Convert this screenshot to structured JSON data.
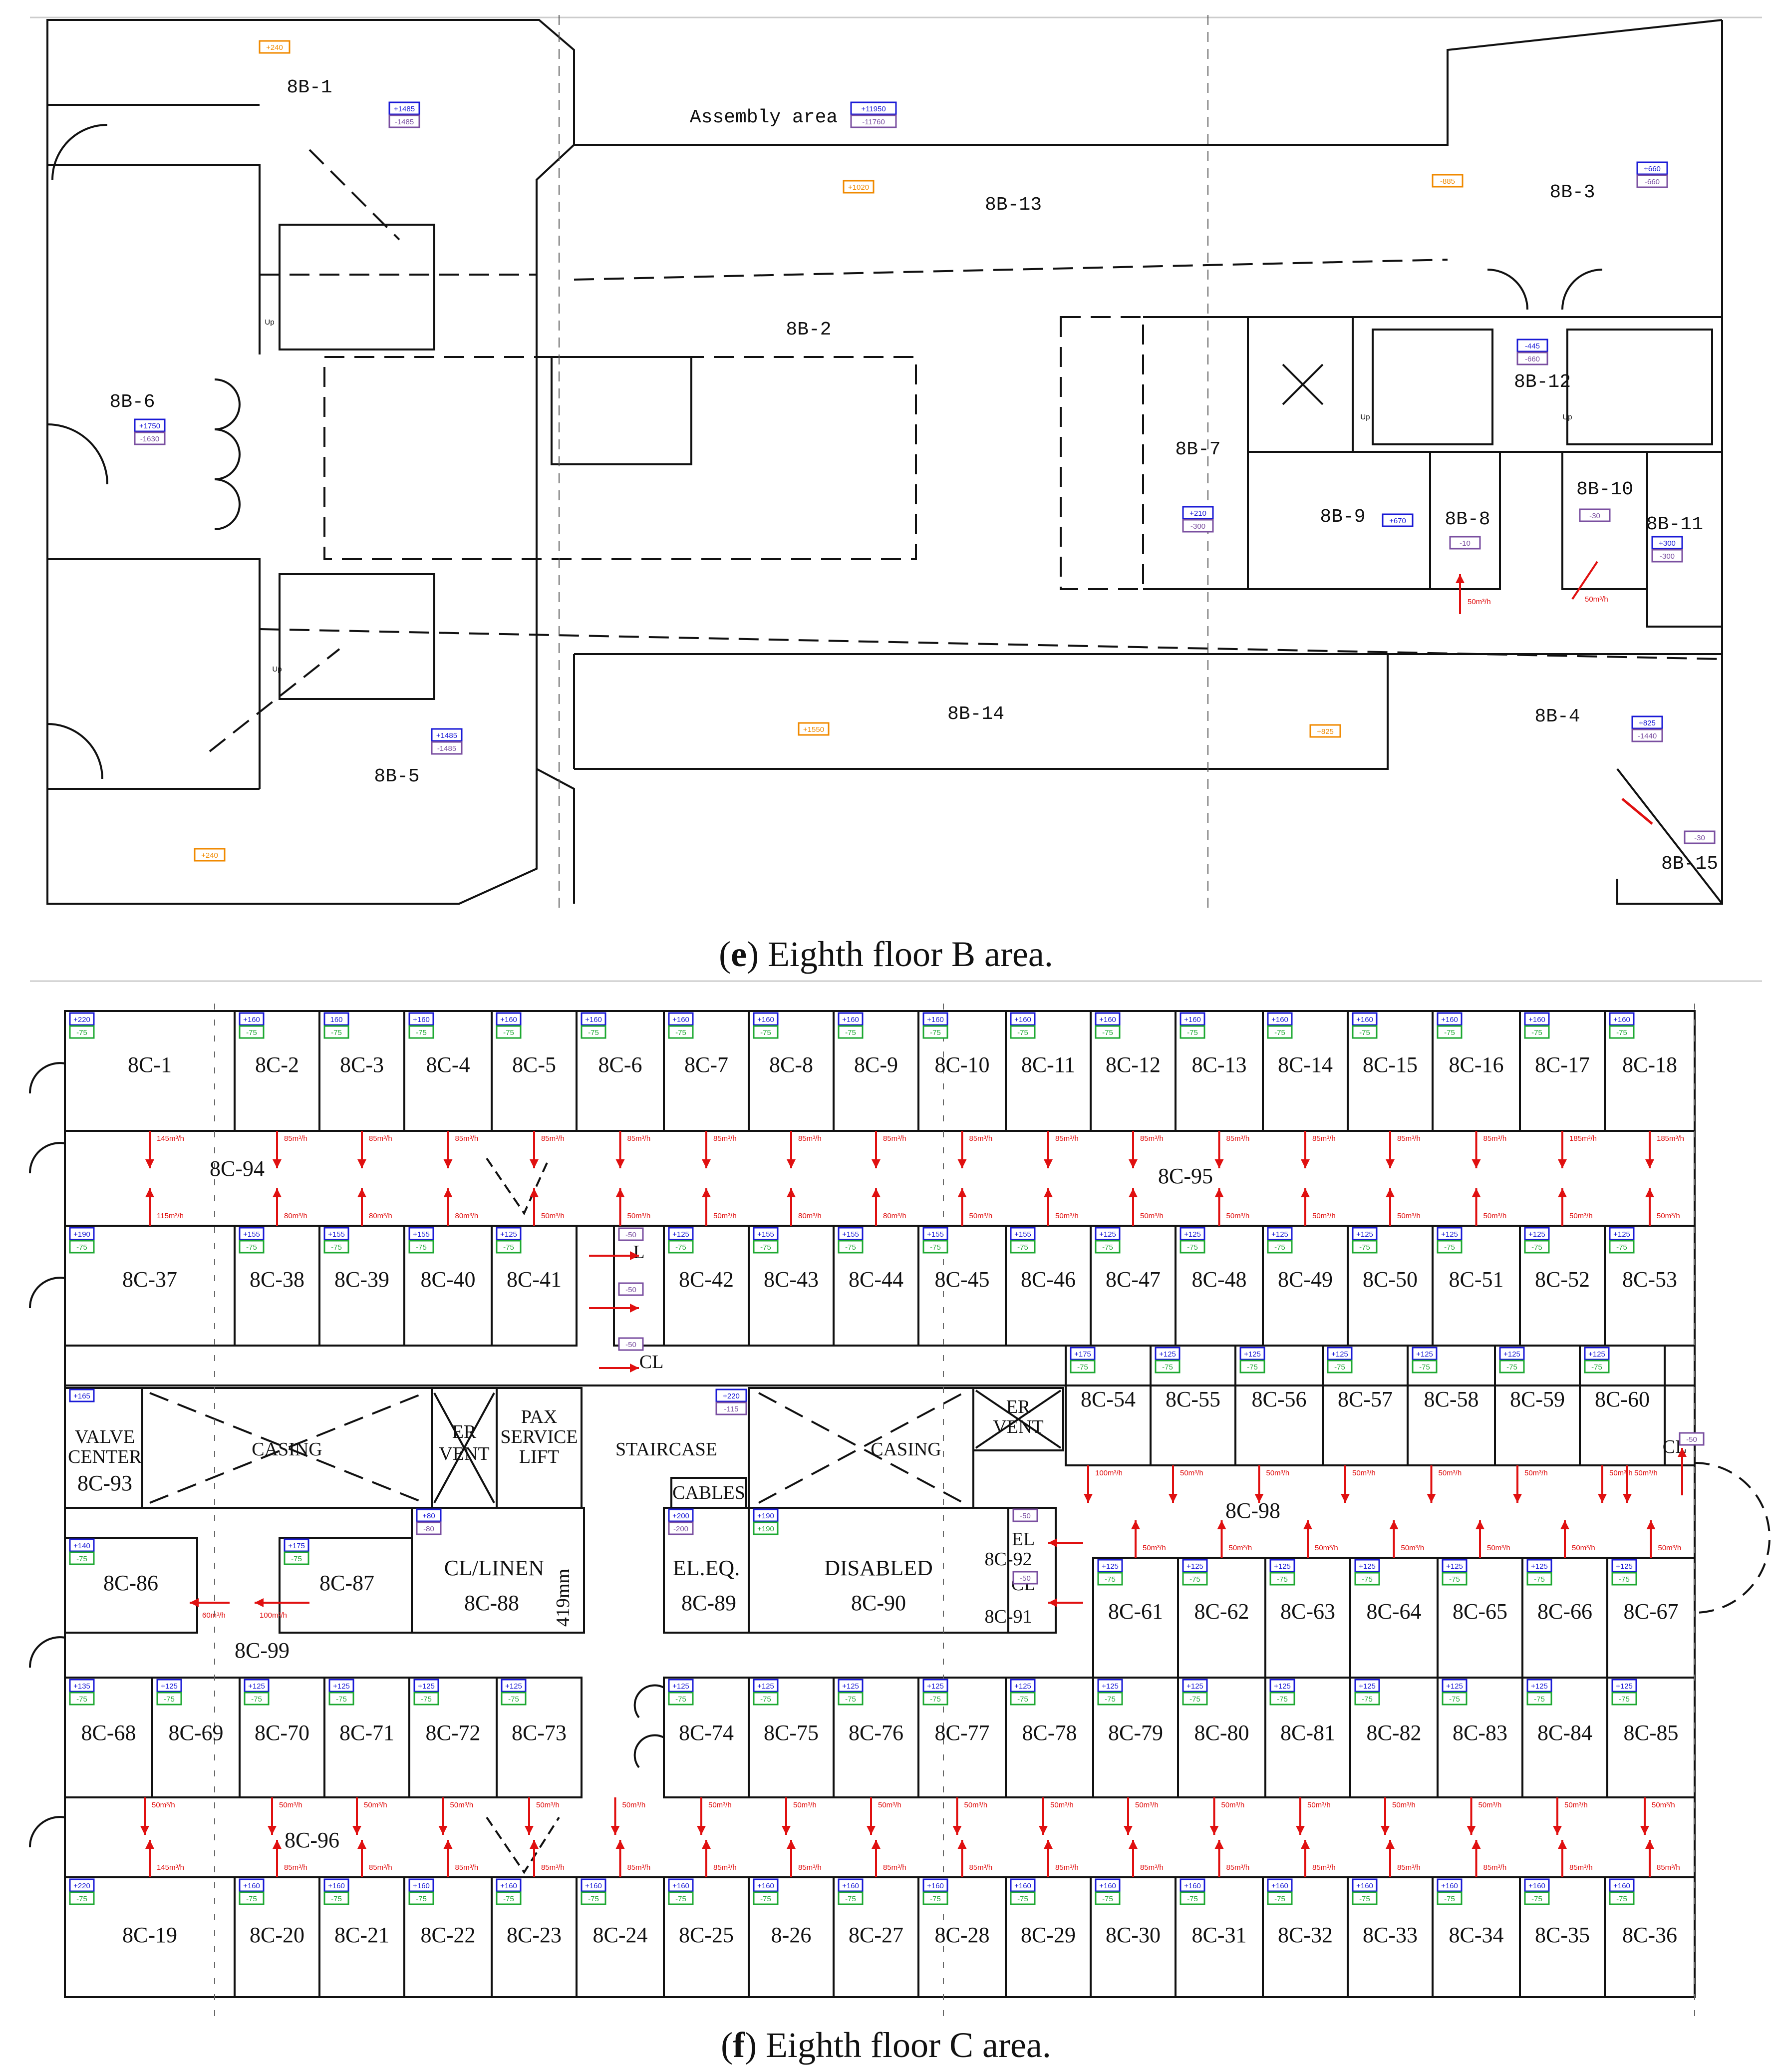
{
  "colors": {
    "supply": "#1a1ad6",
    "exhaust": "#7a4fa0",
    "transfer": "#f08a00",
    "green": "#1ea832",
    "arrow": "#e01010",
    "line": "#111111"
  },
  "floorB": {
    "caption_letter": "e",
    "caption_text": " Eighth floor B area.",
    "assembly_label": "Assembly area",
    "rooms": [
      {
        "id": "8B-1",
        "name": "8B-1",
        "supply": "+1485",
        "exhaust": "-1485"
      },
      {
        "id": "8B-2",
        "name": "8B-2"
      },
      {
        "id": "8B-3",
        "name": "8B-3",
        "supply": "+660",
        "exhaust": "-660"
      },
      {
        "id": "8B-4",
        "name": "8B-4",
        "supply": "+825",
        "exhaust": "-1440"
      },
      {
        "id": "8B-5",
        "name": "8B-5",
        "supply": "+1485",
        "exhaust": "-1485"
      },
      {
        "id": "8B-6",
        "name": "8B-6",
        "supply": "+1750",
        "exhaust": "-1630"
      },
      {
        "id": "8B-7",
        "name": "8B-7",
        "supply": "+210",
        "exhaust": "-300"
      },
      {
        "id": "8B-8",
        "name": "8B-8",
        "exhaust": "-10"
      },
      {
        "id": "8B-9",
        "name": "8B-9",
        "supply": "+670"
      },
      {
        "id": "8B-10",
        "name": "8B-10",
        "exhaust": "-30"
      },
      {
        "id": "8B-11",
        "name": "8B-11",
        "supply": "+300",
        "exhaust": "-300"
      },
      {
        "id": "8B-12",
        "name": "8B-12",
        "supply": "-445",
        "exhaust": "-660"
      },
      {
        "id": "8B-13",
        "name": "8B-13"
      },
      {
        "id": "8B-14",
        "name": "8B-14"
      },
      {
        "id": "8B-15",
        "name": "8B-15",
        "exhaust": "-30"
      }
    ],
    "assembly_supply": "+11950",
    "assembly_exhaust": "-11760",
    "transfer_tags": [
      "+240",
      "+1020",
      "-885",
      "+1550",
      "+825",
      "+240"
    ],
    "up_labels": [
      "Up",
      "Up",
      "Up",
      "Up"
    ],
    "flow_labels": [
      "50m³/h",
      "50m³/h"
    ]
  },
  "floorC": {
    "caption_letter": "f",
    "caption_text": " Eighth floor C area.",
    "corridors": [
      "8C-94",
      "8C-95",
      "8C-96",
      "8C-98",
      "8C-99"
    ],
    "top_row": [
      {
        "name": "8C-1",
        "s": "+220",
        "e": "-75"
      },
      {
        "name": "8C-2",
        "s": "+160",
        "e": "-75"
      },
      {
        "name": "8C-3",
        "s": "160",
        "e": "-75"
      },
      {
        "name": "8C-4",
        "s": "+160",
        "e": "-75"
      },
      {
        "name": "8C-5",
        "s": "+160",
        "e": "-75"
      },
      {
        "name": "8C-6",
        "s": "+160",
        "e": "-75"
      },
      {
        "name": "8C-7",
        "s": "+160",
        "e": "-75"
      },
      {
        "name": "8C-8",
        "s": "+160",
        "e": "-75"
      },
      {
        "name": "8C-9",
        "s": "+160",
        "e": "-75"
      },
      {
        "name": "8C-10",
        "s": "+160",
        "e": "-75"
      },
      {
        "name": "8C-11",
        "s": "+160",
        "e": "-75"
      },
      {
        "name": "8C-12",
        "s": "+160",
        "e": "-75"
      },
      {
        "name": "8C-13",
        "s": "+160",
        "e": "-75"
      },
      {
        "name": "8C-14",
        "s": "+160",
        "e": "-75"
      },
      {
        "name": "8C-15",
        "s": "+160",
        "e": "-75"
      },
      {
        "name": "8C-16",
        "s": "+160",
        "e": "-75"
      },
      {
        "name": "8C-17",
        "s": "+160",
        "e": "-75"
      },
      {
        "name": "8C-18",
        "s": "+160",
        "e": "-75"
      }
    ],
    "row2_left": [
      {
        "name": "8C-37",
        "s": "+190",
        "e": "-75"
      },
      {
        "name": "8C-38",
        "s": "+155",
        "e": "-75"
      },
      {
        "name": "8C-39",
        "s": "+155",
        "e": "-75"
      },
      {
        "name": "8C-40",
        "s": "+155",
        "e": "-75"
      },
      {
        "name": "8C-41",
        "s": "+125",
        "e": "-75"
      }
    ],
    "row2_right": [
      {
        "name": "8C-42",
        "s": "+125",
        "e": "-75"
      },
      {
        "name": "8C-43",
        "s": "+155",
        "e": "-75"
      },
      {
        "name": "8C-44",
        "s": "+155",
        "e": "-75"
      },
      {
        "name": "8C-45",
        "s": "+155",
        "e": "-75"
      },
      {
        "name": "8C-46",
        "s": "+155",
        "e": "-75"
      },
      {
        "name": "8C-47",
        "s": "+125",
        "e": "-75"
      },
      {
        "name": "8C-48",
        "s": "+125",
        "e": "-75"
      },
      {
        "name": "8C-49",
        "s": "+125",
        "e": "-75"
      },
      {
        "name": "8C-50",
        "s": "+125",
        "e": "-75"
      },
      {
        "name": "8C-51",
        "s": "+125",
        "e": "-75"
      },
      {
        "name": "8C-52",
        "s": "+125",
        "e": "-75"
      },
      {
        "name": "8C-53",
        "s": "+125",
        "e": "-75"
      }
    ],
    "row3": [
      {
        "name": "8C-54",
        "s": "+175",
        "e": "-75"
      },
      {
        "name": "8C-55",
        "s": "+125",
        "e": "-75"
      },
      {
        "name": "8C-56",
        "s": "+125",
        "e": "-75"
      },
      {
        "name": "8C-57",
        "s": "+125",
        "e": "-75"
      },
      {
        "name": "8C-58",
        "s": "+125",
        "e": "-75"
      },
      {
        "name": "8C-59",
        "s": "+125",
        "e": "-75"
      },
      {
        "name": "8C-60",
        "s": "+125",
        "e": "-75"
      }
    ],
    "row4": [
      {
        "name": "8C-61",
        "s": "+125",
        "e": "-75"
      },
      {
        "name": "8C-62",
        "s": "+125",
        "e": "-75"
      },
      {
        "name": "8C-63",
        "s": "+125",
        "e": "-75"
      },
      {
        "name": "8C-64",
        "s": "+125",
        "e": "-75"
      },
      {
        "name": "8C-65",
        "s": "+125",
        "e": "-75"
      },
      {
        "name": "8C-66",
        "s": "+125",
        "e": "-75"
      },
      {
        "name": "8C-67",
        "s": "+125",
        "e": "-75"
      }
    ],
    "row5": [
      {
        "name": "8C-68",
        "s": "+135",
        "e": "-75"
      },
      {
        "name": "8C-69",
        "s": "+125",
        "e": "-75"
      },
      {
        "name": "8C-70",
        "s": "+125",
        "e": "-75"
      },
      {
        "name": "8C-71",
        "s": "+125",
        "e": "-75"
      },
      {
        "name": "8C-72",
        "s": "+125",
        "e": "-75"
      },
      {
        "name": "8C-73",
        "s": "+125",
        "e": "-75"
      },
      {
        "name": "8C-74",
        "s": "+125",
        "e": "-75"
      },
      {
        "name": "8C-75",
        "s": "+125",
        "e": "-75"
      },
      {
        "name": "8C-76",
        "s": "+125",
        "e": "-75"
      },
      {
        "name": "8C-77",
        "s": "+125",
        "e": "-75"
      },
      {
        "name": "8C-78",
        "s": "+125",
        "e": "-75"
      },
      {
        "name": "8C-79",
        "s": "+125",
        "e": "-75"
      },
      {
        "name": "8C-80",
        "s": "+125",
        "e": "-75"
      },
      {
        "name": "8C-81",
        "s": "+125",
        "e": "-75"
      },
      {
        "name": "8C-82",
        "s": "+125",
        "e": "-75"
      },
      {
        "name": "8C-83",
        "s": "+125",
        "e": "-75"
      },
      {
        "name": "8C-84",
        "s": "+125",
        "e": "-75"
      },
      {
        "name": "8C-85",
        "s": "+125",
        "e": "-75"
      }
    ],
    "bottom_row": [
      {
        "name": "8C-19",
        "s": "+220",
        "e": "-75"
      },
      {
        "name": "8C-20",
        "s": "+160",
        "e": "-75"
      },
      {
        "name": "8C-21",
        "s": "+160",
        "e": "-75"
      },
      {
        "name": "8C-22",
        "s": "+160",
        "e": "-75"
      },
      {
        "name": "8C-23",
        "s": "+160",
        "e": "-75"
      },
      {
        "name": "8C-24",
        "s": "+160",
        "e": "-75"
      },
      {
        "name": "8C-25",
        "s": "+160",
        "e": "-75"
      },
      {
        "name": "8-26",
        "s": "+160",
        "e": "-75"
      },
      {
        "name": "8C-27",
        "s": "+160",
        "e": "-75"
      },
      {
        "name": "8C-28",
        "s": "+160",
        "e": "-75"
      },
      {
        "name": "8C-29",
        "s": "+160",
        "e": "-75"
      },
      {
        "name": "8C-30",
        "s": "+160",
        "e": "-75"
      },
      {
        "name": "8C-31",
        "s": "+160",
        "e": "-75"
      },
      {
        "name": "8C-32",
        "s": "+160",
        "e": "-75"
      },
      {
        "name": "8C-33",
        "s": "+160",
        "e": "-75"
      },
      {
        "name": "8C-34",
        "s": "+160",
        "e": "-75"
      },
      {
        "name": "8C-35",
        "s": "+160",
        "e": "-75"
      },
      {
        "name": "8C-36",
        "s": "+160",
        "e": "-75"
      }
    ],
    "special": {
      "valve_center": "VALVE\nCENTER",
      "c93": "8C-93",
      "c93_s": "+165",
      "casing": "CASING",
      "er_vent": "ER\nVENT",
      "pax_lift": "PAX\nSERVICE\nLIFT",
      "staircase": "STAIRCASE",
      "stair_tag": "+220",
      "stair_tag2": "-115",
      "cables": "CABLES",
      "cl": "CL",
      "l": "L",
      "el": "EL",
      "c86": "8C-86",
      "c86_s": "+140",
      "c86_e": "-75",
      "c87": "8C-87",
      "c87_s": "+175",
      "c87_e": "-75",
      "c88_title": "CL/LINEN",
      "c88": "8C-88",
      "c88_s": "+80",
      "c88_e": "-80",
      "c89_title": "EL.EQ.",
      "c89": "8C-89",
      "c89_s": "+200",
      "c89_e": "-200",
      "c90_title": "DISABLED",
      "c90": "8C-90",
      "c90_s": "+190",
      "c90_e": "+190",
      "c91": "8C-91",
      "c92": "8C-92",
      "c92_e": "-50",
      "c91_e": "-50",
      "cl_tags": [
        "-50",
        "-50",
        "-50"
      ],
      "cl_right_tag": "-50",
      "dim": "419mm"
    },
    "flows": {
      "top": [
        "145m³/h",
        "85m³/h",
        "85m³/h",
        "85m³/h",
        "85m³/h",
        "85m³/h",
        "85m³/h",
        "85m³/h",
        "85m³/h",
        "85m³/h",
        "85m³/h",
        "85m³/h",
        "85m³/h",
        "85m³/h",
        "85m³/h",
        "85m³/h",
        "185m³/h",
        "185m³/h"
      ],
      "mid": [
        "115m³/h",
        "80m³/h",
        "80m³/h",
        "80m³/h",
        "50m³/h",
        "50m³/h",
        "50m³/h",
        "80m³/h",
        "80m³/h",
        "50m³/h",
        "50m³/h",
        "50m³/h",
        "50m³/h",
        "50m³/h",
        "50m³/h",
        "50m³/h",
        "50m³/h",
        "50m³/h"
      ],
      "r98_top": [
        "100m³/h",
        "50m³/h",
        "50m³/h",
        "50m³/h",
        "50m³/h",
        "50m³/h",
        "50m³/h",
        "50m³/h"
      ],
      "r98_bot": [
        "50m³/h",
        "50m³/h",
        "50m³/h",
        "50m³/h",
        "50m³/h",
        "50m³/h",
        "50m³/h"
      ],
      "c99": [
        "60m³/h",
        "100m³/h"
      ],
      "r96_top": [
        "50m³/h",
        "50m³/h",
        "50m³/h",
        "50m³/h",
        "50m³/h",
        "50m³/h",
        "50m³/h",
        "50m³/h",
        "50m³/h",
        "50m³/h",
        "50m³/h",
        "50m³/h",
        "50m³/h",
        "50m³/h",
        "50m³/h",
        "50m³/h",
        "50m³/h",
        "50m³/h"
      ],
      "r96_bot": [
        "145m³/h",
        "85m³/h",
        "85m³/h",
        "85m³/h",
        "85m³/h",
        "85m³/h",
        "85m³/h",
        "85m³/h",
        "85m³/h",
        "85m³/h",
        "85m³/h",
        "85m³/h",
        "85m³/h",
        "85m³/h",
        "85m³/h",
        "85m³/h",
        "85m³/h",
        "85m³/h"
      ]
    }
  }
}
